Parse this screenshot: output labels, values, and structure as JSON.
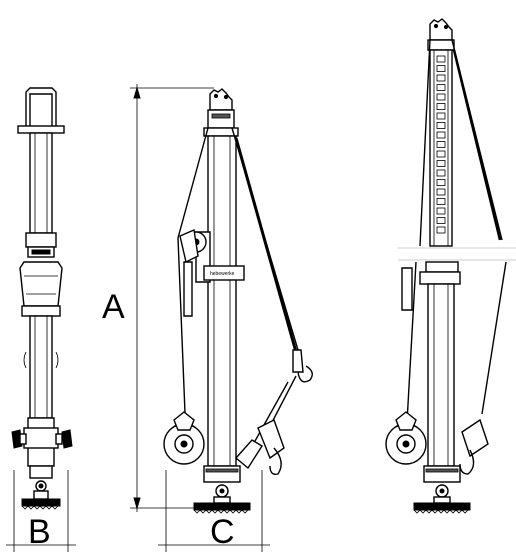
{
  "dimension_labels": {
    "a": "A",
    "b": "B",
    "c": "C"
  },
  "brand_text": "hebewerke",
  "colors": {
    "line": "#000000",
    "background": "#ffffff"
  }
}
